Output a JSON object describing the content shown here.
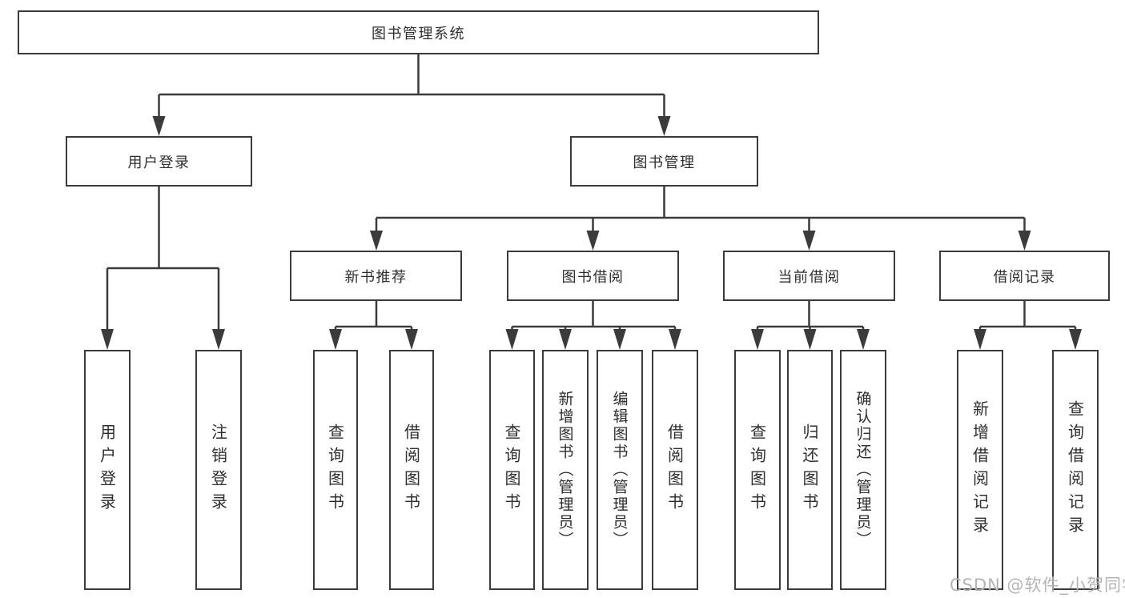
{
  "diagram": {
    "title": "图书管理系统",
    "branches": [
      {
        "label": "用户登录",
        "children": [
          "用户登录",
          "注销登录"
        ]
      },
      {
        "label": "图书管理",
        "modules": [
          {
            "label": "新书推荐",
            "children": [
              "查询图书",
              "借阅图书"
            ]
          },
          {
            "label": "图书借阅",
            "children": [
              "查询图书",
              "新增图书（管理员）",
              "编辑图书（管理员）",
              "借阅图书"
            ]
          },
          {
            "label": "当前借阅",
            "children": [
              "查询图书",
              "归还图书",
              "确认归还（管理员）"
            ]
          },
          {
            "label": "借阅记录",
            "children": [
              "新增借阅记录",
              "查询借阅记录"
            ]
          }
        ]
      }
    ]
  },
  "watermark": "CSDN @软件_小贺同学",
  "colors": {
    "line": "#3b3b3b",
    "text": "#2e2e2e",
    "watermark": "#b4b4b4",
    "background": "#ffffff"
  }
}
